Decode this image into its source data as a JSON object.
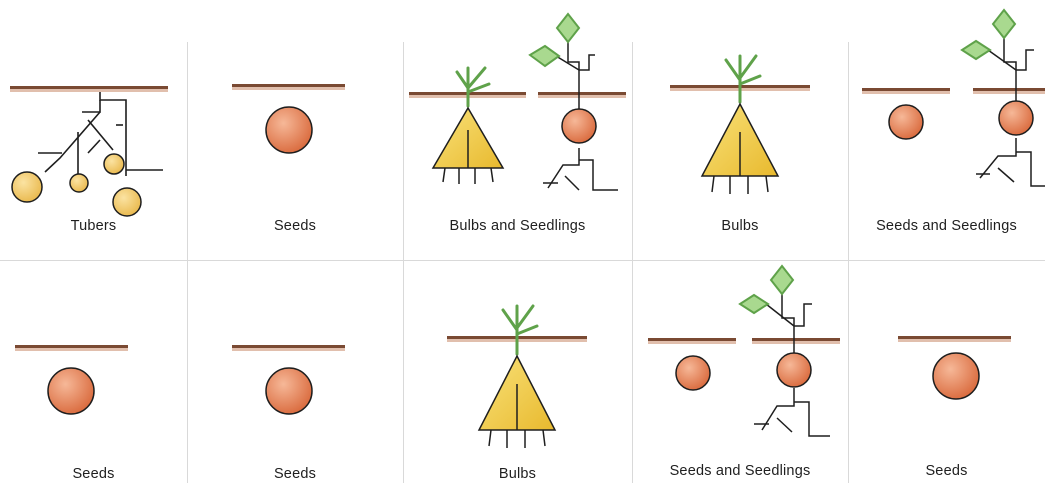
{
  "panels": [
    {
      "label": "Tubers",
      "type": "tubers"
    },
    {
      "label": "Seeds",
      "type": "seeds"
    },
    {
      "label": "Bulbs and Seedlings",
      "type": "bulbs-seedlings"
    },
    {
      "label": "Bulbs",
      "type": "bulbs"
    },
    {
      "label": "Seeds and Seedlings",
      "type": "seeds-seedlings"
    },
    {
      "label": "Seeds",
      "type": "seeds"
    },
    {
      "label": "Seeds",
      "type": "seeds"
    },
    {
      "label": "Bulbs",
      "type": "bulbs"
    },
    {
      "label": "Seeds and Seedlings",
      "type": "seeds-seedlings"
    },
    {
      "label": "Seeds",
      "type": "seeds"
    }
  ],
  "colors": {
    "soil": "#7a4a33",
    "soil_dust": "#c98a6a",
    "seed_fill": "#e07a50",
    "seed_light": "#f4b48f",
    "tuber_fill": "#f0c463",
    "bulb_fill": "#f2cf48",
    "leaf_green": "#5fa24a",
    "leaf_fill": "#a9d98f",
    "root": "#1e1e1e"
  }
}
